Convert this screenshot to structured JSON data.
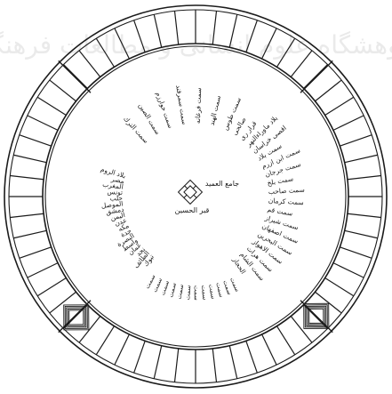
{
  "diagram": {
    "ring_segments": 56,
    "watermark_text": "پژوهشگاه علوم انسانی و مطالعات فرهنگی",
    "colors": {
      "ink": "#1b1b1b",
      "paper": "#ffffff",
      "watermark": "#d9d9d9"
    },
    "center": {
      "top_label": "جامع العميد",
      "bottom_label": "قبر الحسين"
    },
    "right_labels": [
      "صالحی",
      "قرار ری",
      "بلاد ماوراءالنهر",
      "اقصی خراسان",
      "سمت بلاد",
      "سمت ابن ازرم",
      "سمت جرجان",
      "سمت بلخ",
      "سمت صاحب",
      "سمت كرمان",
      "سمت قم",
      "سمت شیراز",
      "سمت اصفهان",
      "سمت البحرین",
      "سمت الاهواز",
      "سمت هرات",
      "سمت الشام",
      "الحجاز"
    ],
    "left_labels": [
      "بلاد الروم",
      "مصر",
      "المغرب",
      "تونس",
      "حلب",
      "الموصل",
      "دمشق",
      "الیمن",
      "عدن",
      "مکه",
      "جدة",
      "البصرة",
      "واسط",
      "عمان",
      "نجد",
      "الطائف",
      "تبوك"
    ],
    "top_labels": [
      "سمت الترك",
      "سمت الصین",
      "سمت خوارزم",
      "سمت سمرقند",
      "سمت فرغانه",
      "سمت الهند",
      "سمت طوس"
    ],
    "bottom_labels": [
      "سمت",
      "سمت",
      "سمت",
      "سمت",
      "سمت",
      "سمت",
      "سمت",
      "سمت",
      "سمت",
      "سمت",
      "سمت",
      "سمت"
    ]
  }
}
